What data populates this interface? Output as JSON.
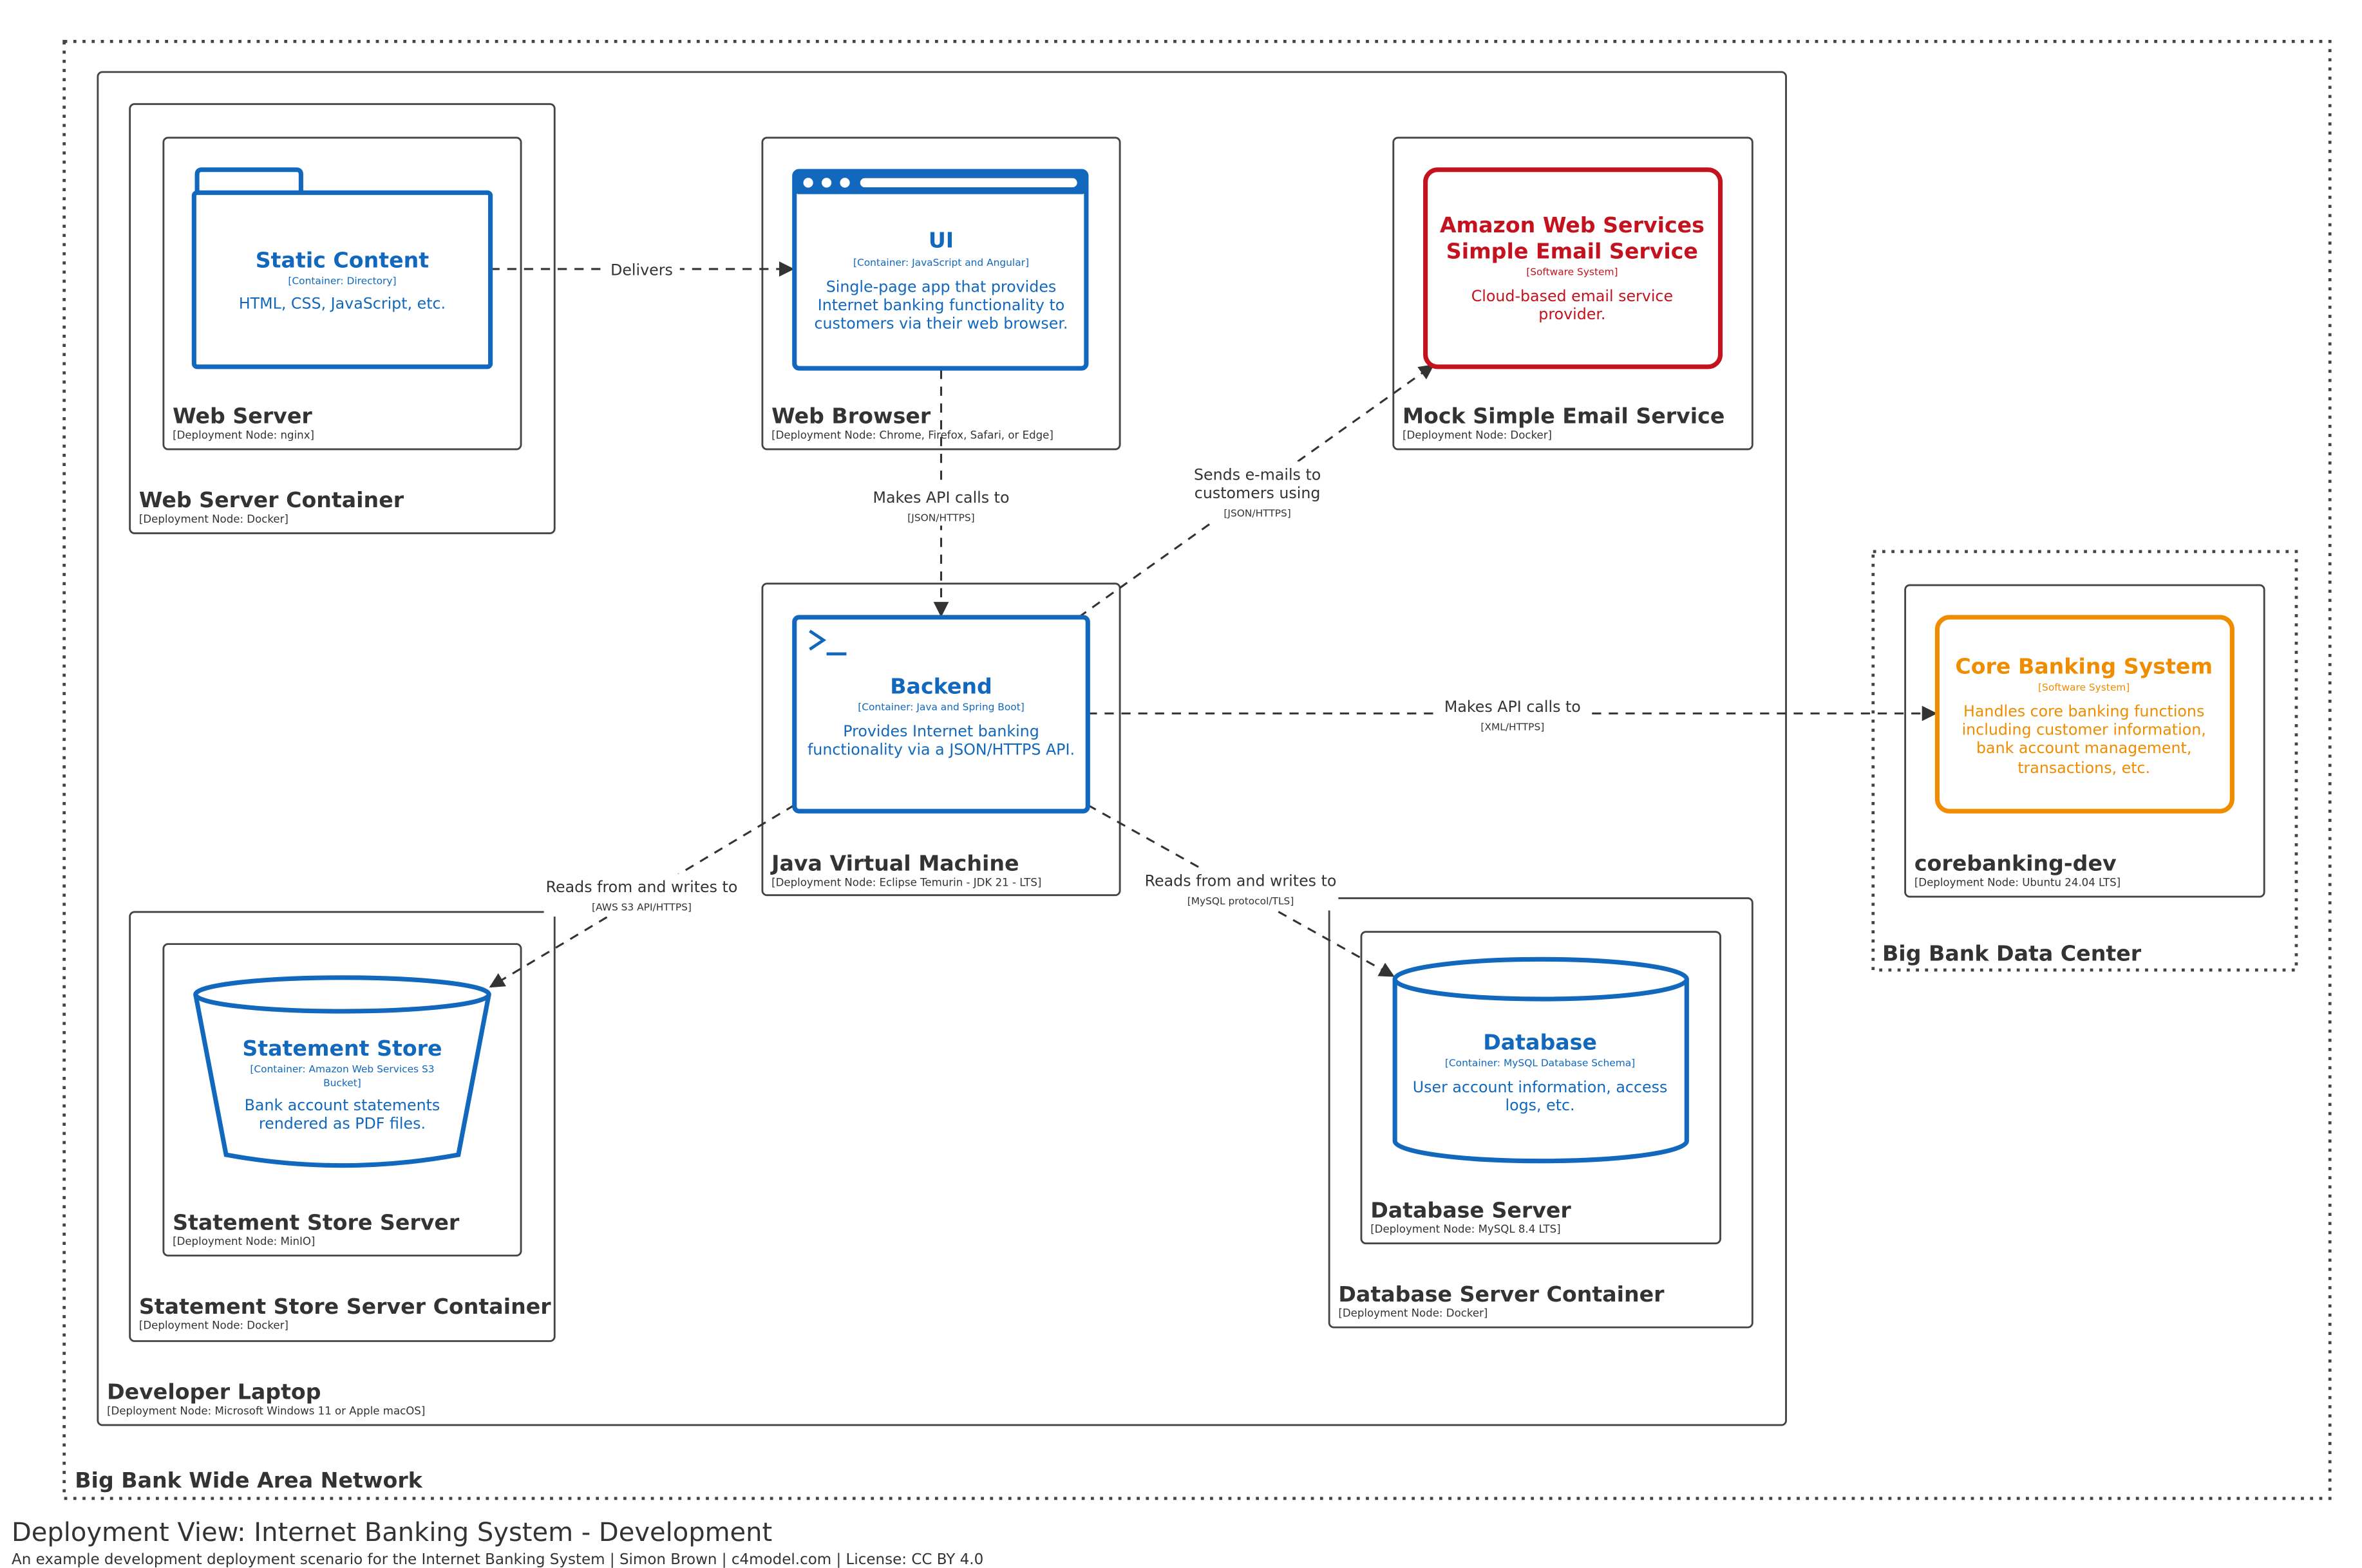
{
  "footer": {
    "title": "Deployment View: Internet Banking System - Development",
    "subtitle": "An example development deployment scenario for the Internet Banking System | Simon Brown | c4model.com | License: CC BY 4.0"
  },
  "colors": {
    "container": "#1168bd",
    "external_system": "#c4121f",
    "core_system": "#f08c00",
    "node_border": "#444444",
    "text": "#333333"
  },
  "nodes": {
    "wan": {
      "name": "Big Bank Wide Area Network",
      "tech": ""
    },
    "laptop": {
      "name": "Developer Laptop",
      "tech": "[Deployment Node: Microsoft Windows 11 or Apple macOS]"
    },
    "web_server_container": {
      "name": "Web Server Container",
      "tech": "[Deployment Node: Docker]"
    },
    "web_server": {
      "name": "Web Server",
      "tech": "[Deployment Node: nginx]"
    },
    "web_browser": {
      "name": "Web Browser",
      "tech": "[Deployment Node: Chrome, Firefox, Safari, or Edge]"
    },
    "mock_ses": {
      "name": "Mock Simple Email Service",
      "tech": "[Deployment Node: Docker]"
    },
    "jvm": {
      "name": "Java Virtual Machine",
      "tech": "[Deployment Node: Eclipse Temurin - JDK 21 - LTS]"
    },
    "statement_store_container": {
      "name": "Statement Store Server Container",
      "tech": "[Deployment Node: Docker]"
    },
    "statement_store_server": {
      "name": "Statement Store Server",
      "tech": "[Deployment Node: MinIO]"
    },
    "database_server_container": {
      "name": "Database Server Container",
      "tech": "[Deployment Node: Docker]"
    },
    "database_server": {
      "name": "Database Server",
      "tech": "[Deployment Node: MySQL 8.4 LTS]"
    },
    "datacenter": {
      "name": "Big Bank Data Center",
      "tech": ""
    },
    "corebanking_dev": {
      "name": "corebanking-dev",
      "tech": "[Deployment Node: Ubuntu 24.04 LTS]"
    }
  },
  "elements": {
    "static_content": {
      "title": "Static Content",
      "type": "[Container: Directory]",
      "desc": [
        "HTML, CSS, JavaScript, etc."
      ]
    },
    "ui": {
      "title": "UI",
      "type": "[Container: JavaScript and Angular]",
      "desc": [
        "Single-page app that provides",
        "Internet banking functionality to",
        "customers via their web browser."
      ]
    },
    "ses": {
      "title": [
        "Amazon Web Services",
        "Simple Email Service"
      ],
      "type": "[Software System]",
      "desc": [
        "Cloud-based email service",
        "provider."
      ]
    },
    "backend": {
      "title": "Backend",
      "type": "[Container: Java and Spring Boot]",
      "desc": [
        "Provides Internet banking",
        "functionality via a JSON/HTTPS API."
      ]
    },
    "core_banking": {
      "title": "Core Banking System",
      "type": "[Software System]",
      "desc": [
        "Handles core banking functions",
        "including customer information,",
        "bank account management,",
        "transactions, etc."
      ]
    },
    "statement_store": {
      "title": "Statement Store",
      "type": [
        "[Container: Amazon Web Services S3",
        "Bucket]"
      ],
      "desc": [
        "Bank account statements",
        "rendered as PDF files."
      ]
    },
    "database": {
      "title": "Database",
      "type": "[Container: MySQL Database Schema]",
      "desc": [
        "User account information, access",
        "logs, etc."
      ]
    }
  },
  "relationships": {
    "delivers": {
      "label": "Delivers",
      "tech": ""
    },
    "ui_backend": {
      "label": "Makes API calls to",
      "tech": "[JSON/HTTPS]"
    },
    "backend_ses": {
      "label": [
        "Sends e-mails to",
        "customers using"
      ],
      "tech": "[JSON/HTTPS]"
    },
    "backend_core": {
      "label": "Makes API calls to",
      "tech": "[XML/HTTPS]"
    },
    "backend_store": {
      "label": "Reads from and writes to",
      "tech": "[AWS S3 API/HTTPS]"
    },
    "backend_db": {
      "label": "Reads from and writes to",
      "tech": "[MySQL protocol/TLS]"
    }
  }
}
